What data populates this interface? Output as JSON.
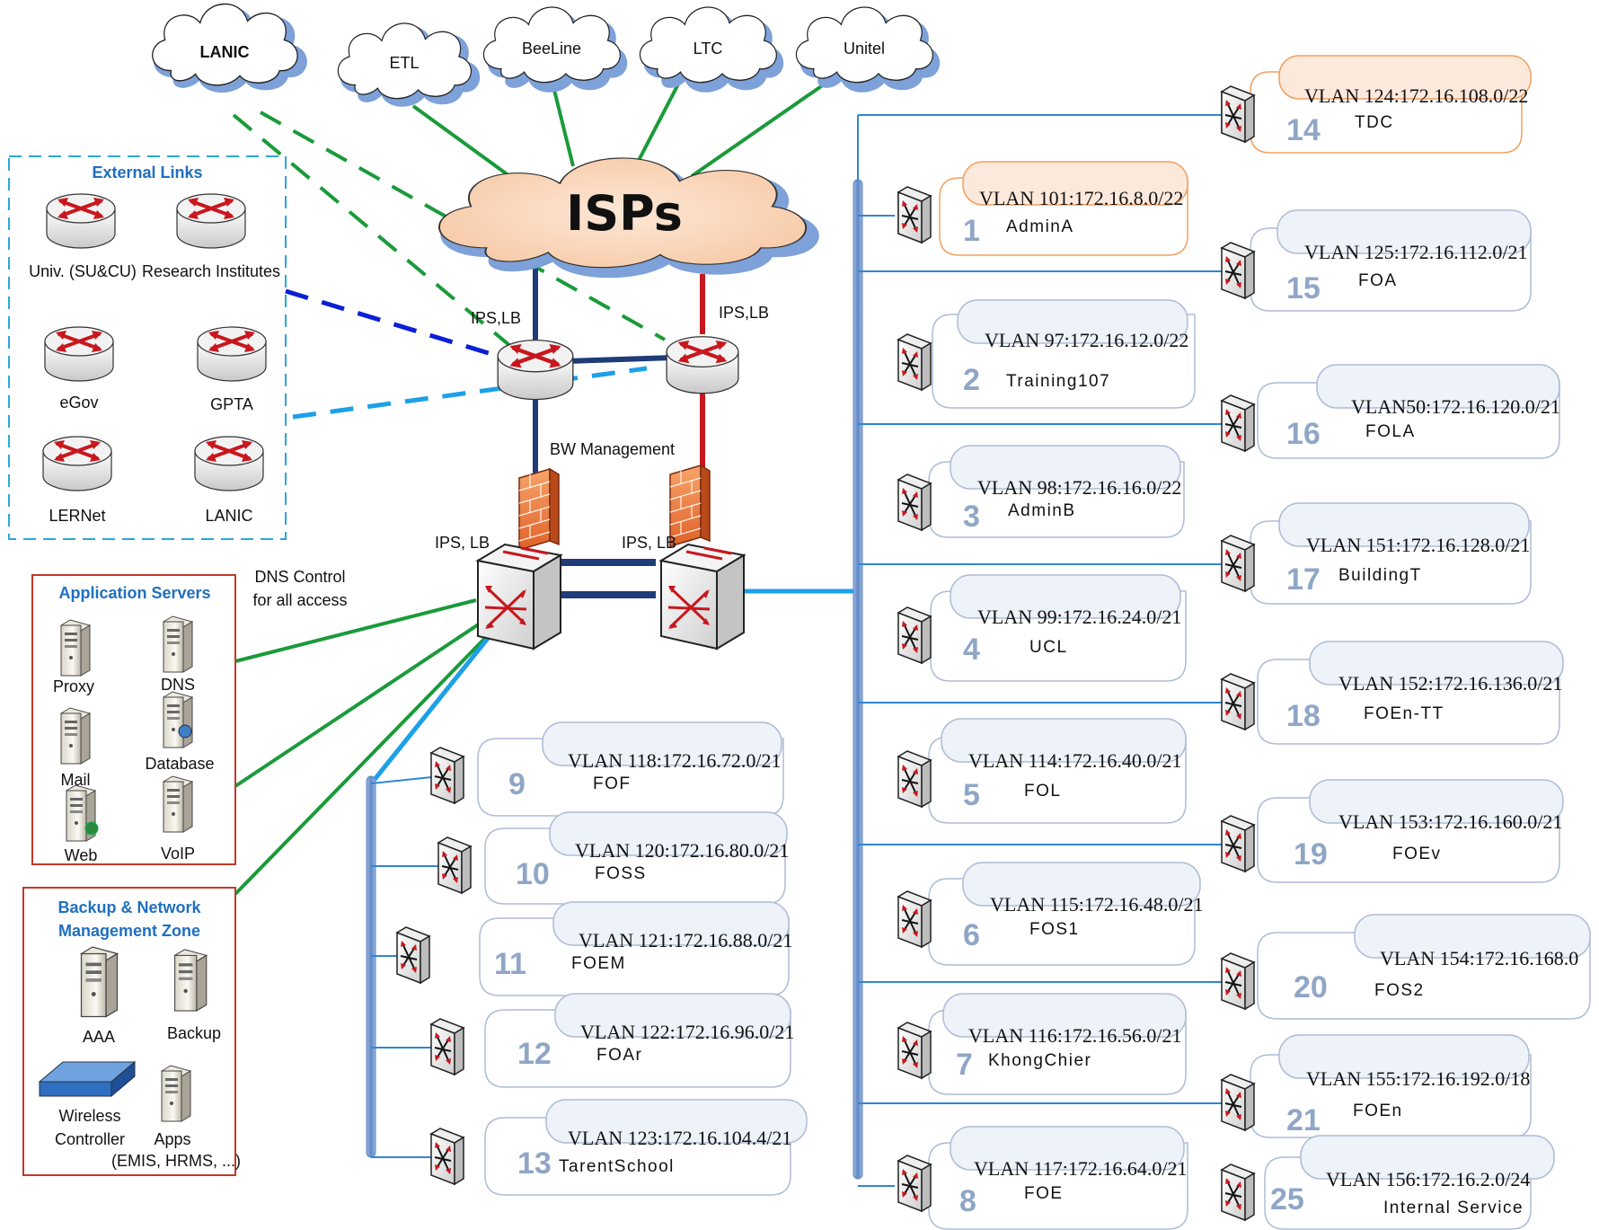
{
  "clouds": {
    "lanic": "LANIC",
    "etl": "ETL",
    "beeline": "BeeLine",
    "ltc": "LTC",
    "unitel": "Unitel",
    "isps": "ISPs"
  },
  "external_links": {
    "title": "External Links",
    "routers": [
      "Univ. (SU&CU)",
      "Research Institutes",
      "eGov",
      "GPTA",
      "LERNet",
      "LANIC"
    ]
  },
  "core": {
    "router_left_label": "IPS,LB",
    "router_right_label": "IPS,LB",
    "bw_management": "BW Management",
    "switch_left_label": "IPS, LB",
    "switch_right_label": "IPS, LB",
    "dns_control_line1": "DNS Control",
    "dns_control_line2": "for all access"
  },
  "app_servers": {
    "title": "Application Servers",
    "items": [
      "Proxy",
      "DNS",
      "Mail",
      "Database",
      "Web",
      "VoIP"
    ]
  },
  "backup_zone": {
    "title_line1": "Backup & Network",
    "title_line2": "Management Zone",
    "items": [
      "AAA",
      "Backup",
      "Wireless",
      "Controller",
      "Apps",
      "(EMIS, HRMS, ...)"
    ]
  },
  "vlans": [
    {
      "num": "1",
      "vlan": "VLAN 101:172.16.8.0/22",
      "dept": "AdminA",
      "orange": true
    },
    {
      "num": "2",
      "vlan": "VLAN 97:172.16.12.0/22",
      "dept": "Training107"
    },
    {
      "num": "3",
      "vlan": "VLAN 98:172.16.16.0/22",
      "dept": "AdminB"
    },
    {
      "num": "4",
      "vlan": "VLAN 99:172.16.24.0/21",
      "dept": "UCL"
    },
    {
      "num": "5",
      "vlan": "VLAN 114:172.16.40.0/21",
      "dept": "FOL"
    },
    {
      "num": "6",
      "vlan": "VLAN 115:172.16.48.0/21",
      "dept": "FOS1"
    },
    {
      "num": "7",
      "vlan": "VLAN 116:172.16.56.0/21",
      "dept": "KhongChier"
    },
    {
      "num": "8",
      "vlan": "VLAN 117:172.16.64.0/21",
      "dept": "FOE"
    },
    {
      "num": "9",
      "vlan": "VLAN 118:172.16.72.0/21",
      "dept": "FOF"
    },
    {
      "num": "10",
      "vlan": "VLAN 120:172.16.80.0/21",
      "dept": "FOSS"
    },
    {
      "num": "11",
      "vlan": "VLAN 121:172.16.88.0/21",
      "dept": "FOEM"
    },
    {
      "num": "12",
      "vlan": "VLAN 122:172.16.96.0/21",
      "dept": "FOAr"
    },
    {
      "num": "13",
      "vlan": "VLAN 123:172.16.104.4/21",
      "dept": "TarentSchool"
    },
    {
      "num": "14",
      "vlan": "VLAN 124:172.16.108.0/22",
      "dept": "TDC",
      "orange": true
    },
    {
      "num": "15",
      "vlan": "VLAN 125:172.16.112.0/21",
      "dept": "FOA"
    },
    {
      "num": "16",
      "vlan": "VLAN50:172.16.120.0/21",
      "dept": "FOLA"
    },
    {
      "num": "17",
      "vlan": "VLAN 151:172.16.128.0/21",
      "dept": "BuildingT"
    },
    {
      "num": "18",
      "vlan": "VLAN 152:172.16.136.0/21",
      "dept": "FOEn-TT"
    },
    {
      "num": "19",
      "vlan": "VLAN 153:172.16.160.0/21",
      "dept": "FOEv"
    },
    {
      "num": "20",
      "vlan": "VLAN 154:172.16.168.0",
      "dept": "FOS2"
    },
    {
      "num": "21",
      "vlan": "VLAN 155:172.16.192.0/18",
      "dept": "FOEn"
    },
    {
      "num": "25",
      "vlan": "VLAN 156:172.16.2.0/24",
      "dept": "Internal Service"
    }
  ],
  "colors": {
    "isp_link": "#1a9a3a",
    "core_blue": "#1f3c78",
    "core_red": "#c8171e",
    "dash_blue": "#0a1fd6",
    "dash_cyan": "#1ca0e8",
    "access_blue": "#2f86d6",
    "vlan_border": "#aebcd6",
    "orange_border": "#f0a060",
    "num_color": "#8fa6c6",
    "zone_red": "#c0392b",
    "zone_dash": "#2aa8d8"
  }
}
